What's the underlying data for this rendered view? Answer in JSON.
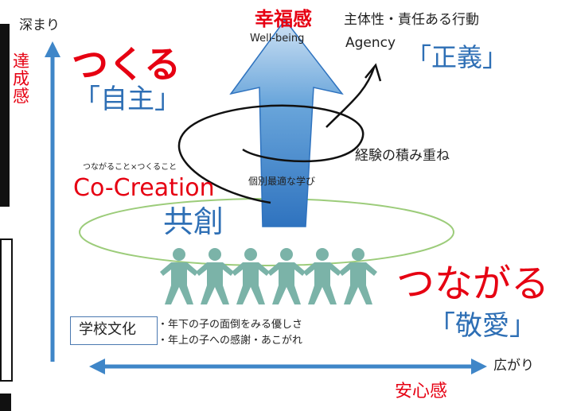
{
  "axes": {
    "y_top_label": "深まり",
    "y_side_label": "達成感",
    "x_right_label": "広がり",
    "x_bottom_label": "安心感"
  },
  "top": {
    "happiness": "幸福感",
    "wellbeing": "Well-being",
    "agency_jp": "主体性・責任ある行動",
    "agency_en": "Agency",
    "justice": "「正義」"
  },
  "left": {
    "tsukuru": "つくる",
    "jishu": "「自主」",
    "tsunagaru_small": "つながること×つくること",
    "cocreation": "Co-Creation",
    "kyoso": "共創"
  },
  "middle": {
    "individual_learning": "個別最適な学び",
    "experience": "経験の積み重ね"
  },
  "right": {
    "tsunagaru": "つながる",
    "keiai": "「敬愛」"
  },
  "culture": {
    "label": "学校文化",
    "line1": "・年下の子の面倒をみる優しさ",
    "line2": "・年上の子への感謝・あこがれ"
  },
  "colors": {
    "accent_red": "#e60012",
    "accent_blue": "#2e6fb5",
    "arrow_blue": "#3f86c8",
    "people": "#7bb3a8",
    "ellipse": "#9ccc7a"
  }
}
